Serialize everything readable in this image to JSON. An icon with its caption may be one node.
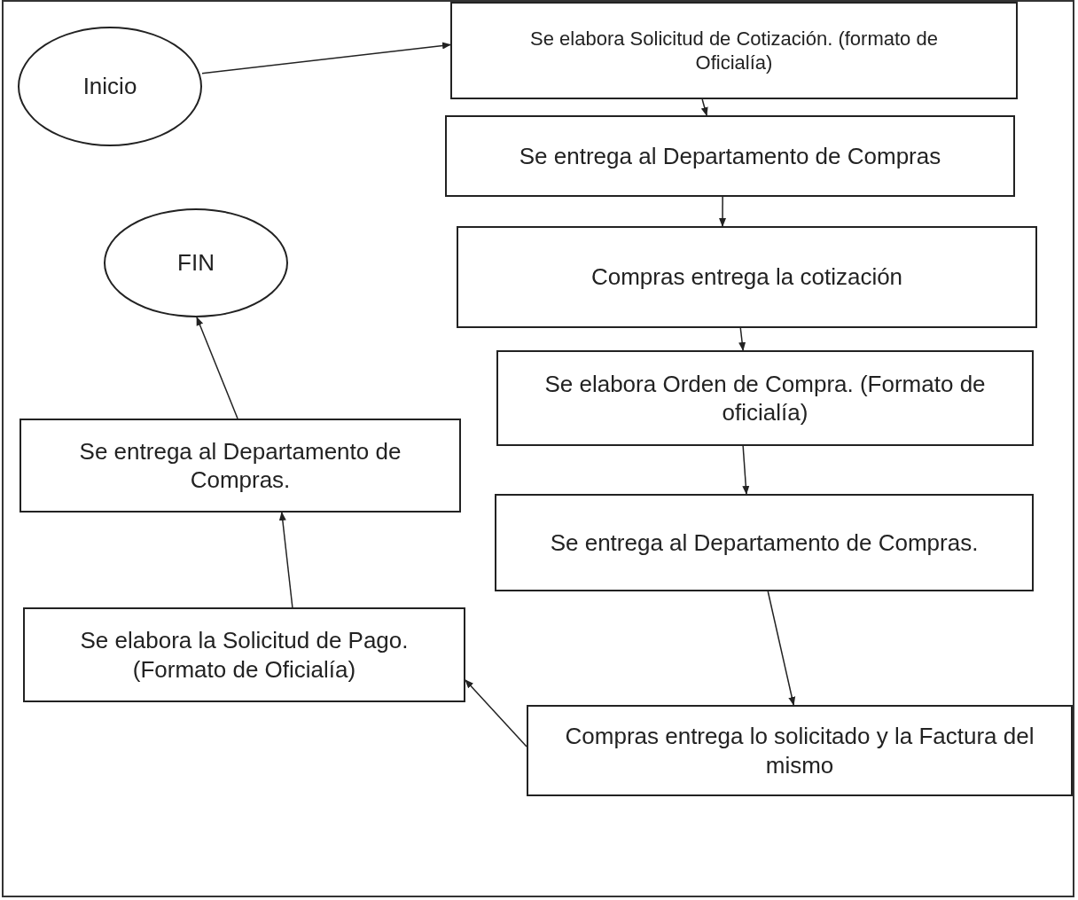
{
  "diagram": {
    "nodes": [
      {
        "text": [
          "Inicio"
        ]
      },
      {
        "text": [
          "Se elabora Solicitud de Cotización. (formato de Oficialía)"
        ]
      },
      {
        "text": [
          "Se entrega al Departamento de Compras"
        ]
      },
      {
        "text": [
          "Compras entrega la cotización"
        ]
      },
      {
        "text": [
          "Se elabora Orden de Compra. (Formato de oficialía)"
        ]
      },
      {
        "text": [
          "Se entrega al Departamento de Compras."
        ]
      },
      {
        "text": [
          "Compras entrega lo solicitado y la Factura del mismo"
        ]
      },
      {
        "text": [
          "Se elabora la Solicitud de Pago. (Formato de Oficialía)"
        ]
      },
      {
        "text": [
          "Se entrega al Departamento de Compras."
        ]
      },
      {
        "text": [
          "FIN"
        ]
      }
    ],
    "edges": [
      {
        "from": 0,
        "to": 1,
        "arrow": "to"
      },
      {
        "from": 1,
        "to": 2,
        "arrow": "to"
      },
      {
        "from": 2,
        "to": 3,
        "arrow": "to"
      },
      {
        "from": 3,
        "to": 4,
        "arrow": "to"
      },
      {
        "from": 4,
        "to": 5,
        "arrow": "to"
      },
      {
        "from": 5,
        "to": 6,
        "arrow": "to"
      },
      {
        "from": 6,
        "to": 7,
        "arrow": "to"
      },
      {
        "from": 7,
        "to": 8,
        "arrow": "to"
      },
      {
        "from": 8,
        "to": 9,
        "arrow": "to"
      }
    ]
  }
}
